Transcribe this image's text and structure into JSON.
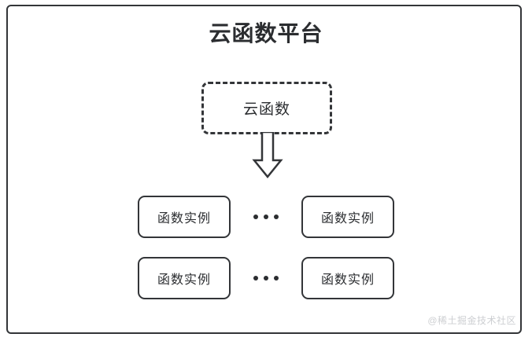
{
  "diagram": {
    "title": "云函数平台",
    "cloud_function": {
      "label": "云函数",
      "border_style": "dashed"
    },
    "arrow": {
      "icon": "down-block-arrow",
      "direction": "down"
    },
    "instance_rows": [
      {
        "left": {
          "label": "函数实例"
        },
        "separator": "···",
        "right": {
          "label": "函数实例"
        }
      },
      {
        "left": {
          "label": "函数实例"
        },
        "separator": "···",
        "right": {
          "label": "函数实例"
        }
      }
    ],
    "watermark": "@稀土掘金技术社区",
    "colors": {
      "stroke": "#333538",
      "text": "#2b2d30",
      "background": "#ffffff",
      "watermark": "#cdcfd2"
    }
  }
}
